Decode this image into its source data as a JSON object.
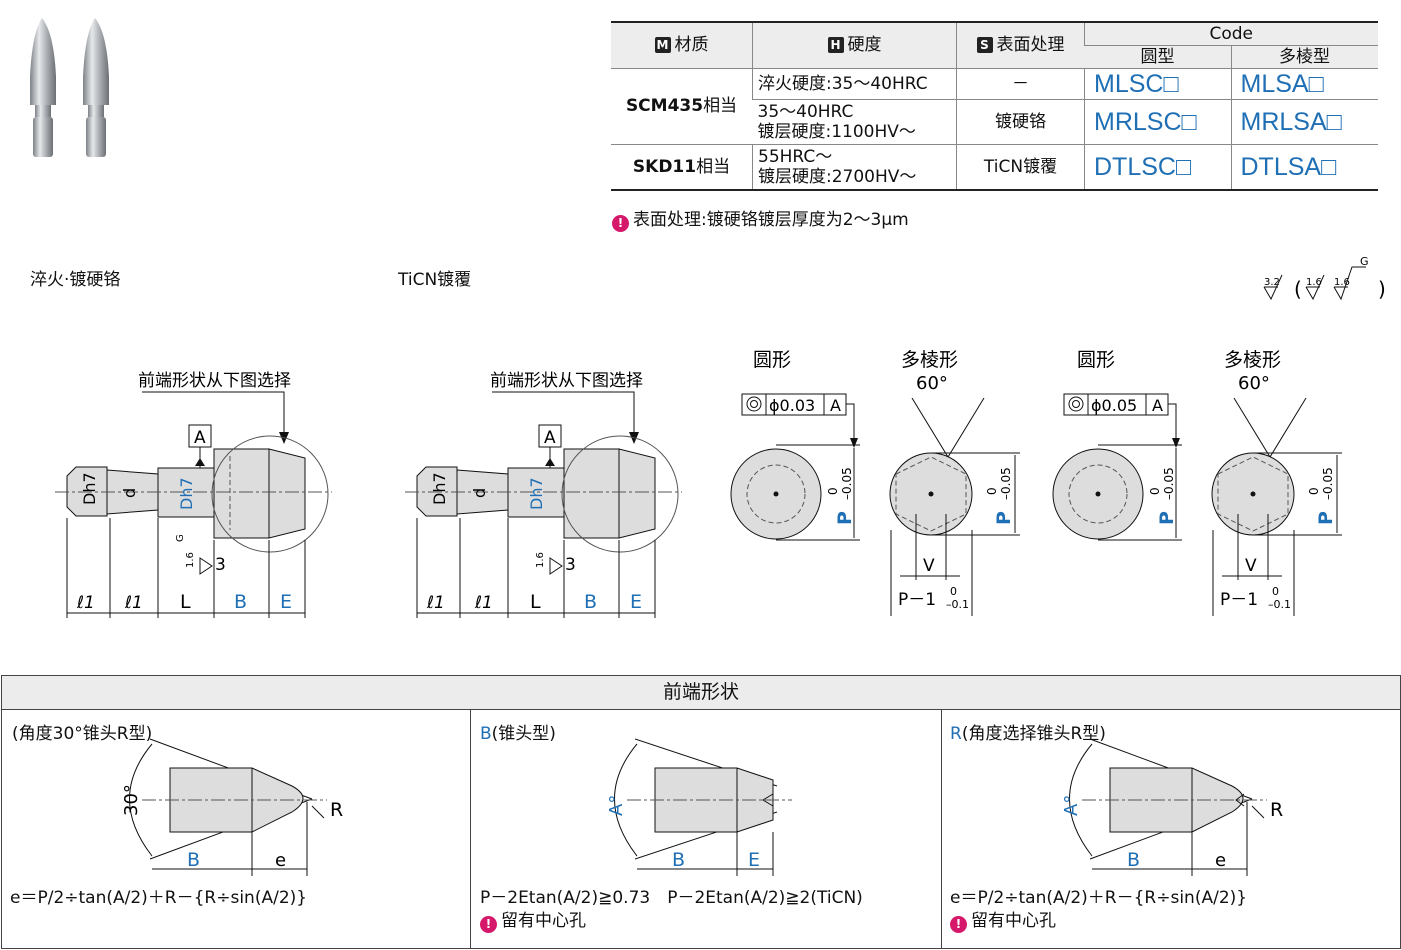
{
  "table": {
    "headers": {
      "material_key": "M",
      "material": "材质",
      "hardness_key": "H",
      "hardness": "硬度",
      "surface_key": "S",
      "surface": "表面处理",
      "code": "Code",
      "round": "圆型",
      "poly": "多棱型"
    },
    "rows": [
      {
        "material_bold": "SCM435",
        "material_suffix": "相当",
        "hardness_1": "淬火硬度:35～40HRC",
        "surface": "－",
        "round": "MLSC□",
        "poly": "MLSA□"
      },
      {
        "hardness_1": "35～40HRC",
        "hardness_2": "镀层硬度:1100HV～",
        "surface": "镀硬铬",
        "round": "MRLSC□",
        "poly": "MRLSA□"
      },
      {
        "material_bold": "SKD11",
        "material_suffix": "相当",
        "hardness_1": "55HRC～",
        "hardness_2": "镀层硬度:2700HV～",
        "surface": "TiCN镀覆",
        "round": "DTLSC□",
        "poly": "DTLSA□"
      }
    ],
    "note": "表面处理:镀硬铬镀层厚度为2～3μm"
  },
  "section_labels": {
    "left": "淬火·镀硬铬",
    "right": "TiCN镀覆"
  },
  "roughness": {
    "r1": "3.2",
    "r2": "1.6",
    "r3": "1.6",
    "g": "G"
  },
  "drawing1": {
    "callout": "前端形状从下图选择",
    "datum": "A",
    "dim_l1a": "ℓ1",
    "dim_l1b": "ℓ1",
    "dim_L": "L",
    "dim_B": "B",
    "dim_E": "E",
    "dia_D": "Dh7",
    "dia_d": "d",
    "dia_D2": "Dh7",
    "rough_1": "1.6",
    "rough_g": "G",
    "rough_3": "3"
  },
  "drawing2": {
    "callout": "前端形状从下图选择",
    "datum": "A",
    "dim_l1a": "ℓ1",
    "dim_l1b": "ℓ1",
    "dim_L": "L",
    "dim_B": "B",
    "dim_E": "E",
    "dia_D": "Dh7",
    "dia_d": "d",
    "dia_D2": "Dh7",
    "rough_1": "1.6",
    "rough_3": "3"
  },
  "views": {
    "round_title": "圆形",
    "poly_title": "多棱形",
    "angle": "60°",
    "tol1": "ϕ0.03",
    "tol2": "ϕ0.05",
    "datum": "A",
    "P": "P",
    "p_upper": "0",
    "p_lower": "–0.05",
    "V": "V",
    "p1": "P－1",
    "p1_upper": "0",
    "p1_lower": "–0.1"
  },
  "panel": {
    "title": "前端形状",
    "c1": {
      "title": "(角度30°锥头R型)",
      "angle": "30°",
      "B": "B",
      "e": "e",
      "R": "R",
      "formula": "e＝P/2÷tan(A/2)＋R－{R÷sin(A/2)}"
    },
    "c2": {
      "prefix": "B",
      "title": "(锥头型)",
      "angle": "A°",
      "B": "B",
      "E": "E",
      "formula": "P－2Etan(A/2)≧0.73　P－2Etan(A/2)≧2(TiCN)",
      "note": "留有中心孔"
    },
    "c3": {
      "prefix": "R",
      "title": "(角度选择锥头R型)",
      "angle": "A°",
      "B": "B",
      "e": "e",
      "R": "R",
      "formula": "e＝P/2÷tan(A/2)＋R－{R÷sin(A/2)}",
      "note": "留有中心孔"
    }
  }
}
